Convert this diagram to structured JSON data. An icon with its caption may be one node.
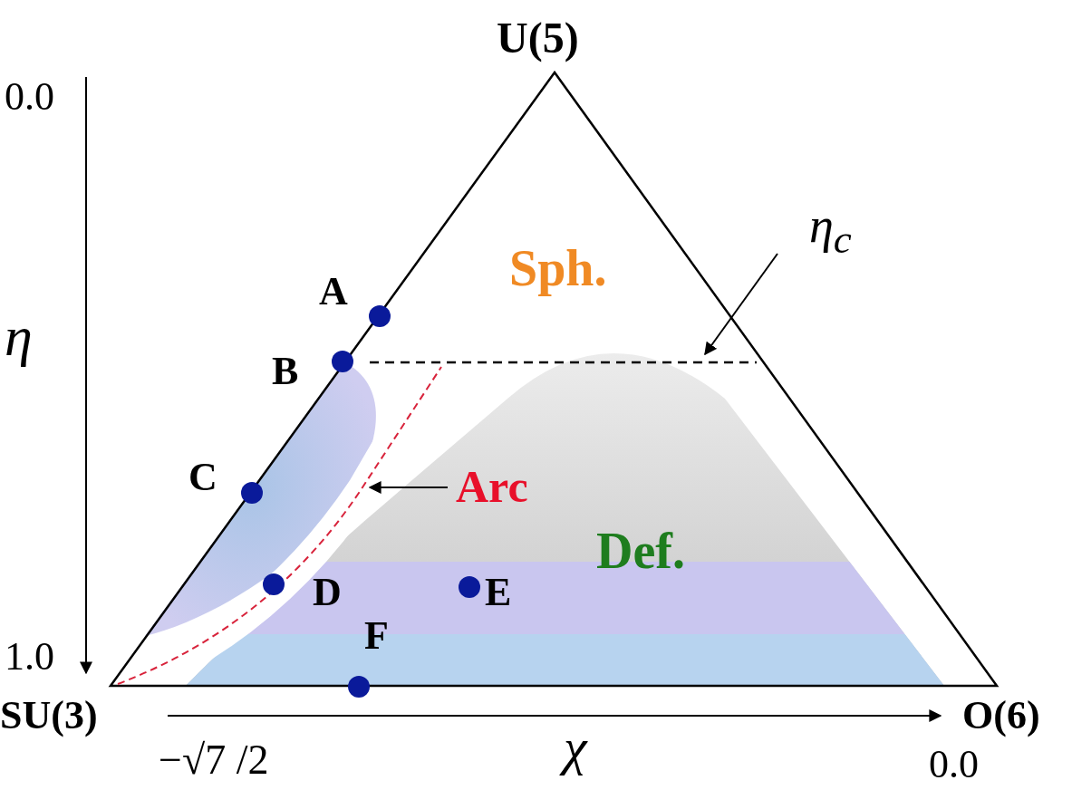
{
  "diagram": {
    "nodes": [
      {
        "text": [
          "η$_{c}$"
        ]
      },
      {
        "text": [
          "Arc"
        ]
      }
    ],
    "edges": [
      {
        "from": 0,
        "to": null,
        "arrow": "to"
      },
      {
        "from": 1,
        "to": null,
        "arrow": "to"
      }
    ],
    "labels": [
      "U(5)",
      "0.0",
      "Sph.",
      "η",
      "A",
      "B",
      "C",
      "Def.",
      "D",
      "E",
      "F",
      "1.0",
      "SU(3)",
      "O(6)",
      "−√7 /2",
      "χ",
      "0.0"
    ]
  }
}
